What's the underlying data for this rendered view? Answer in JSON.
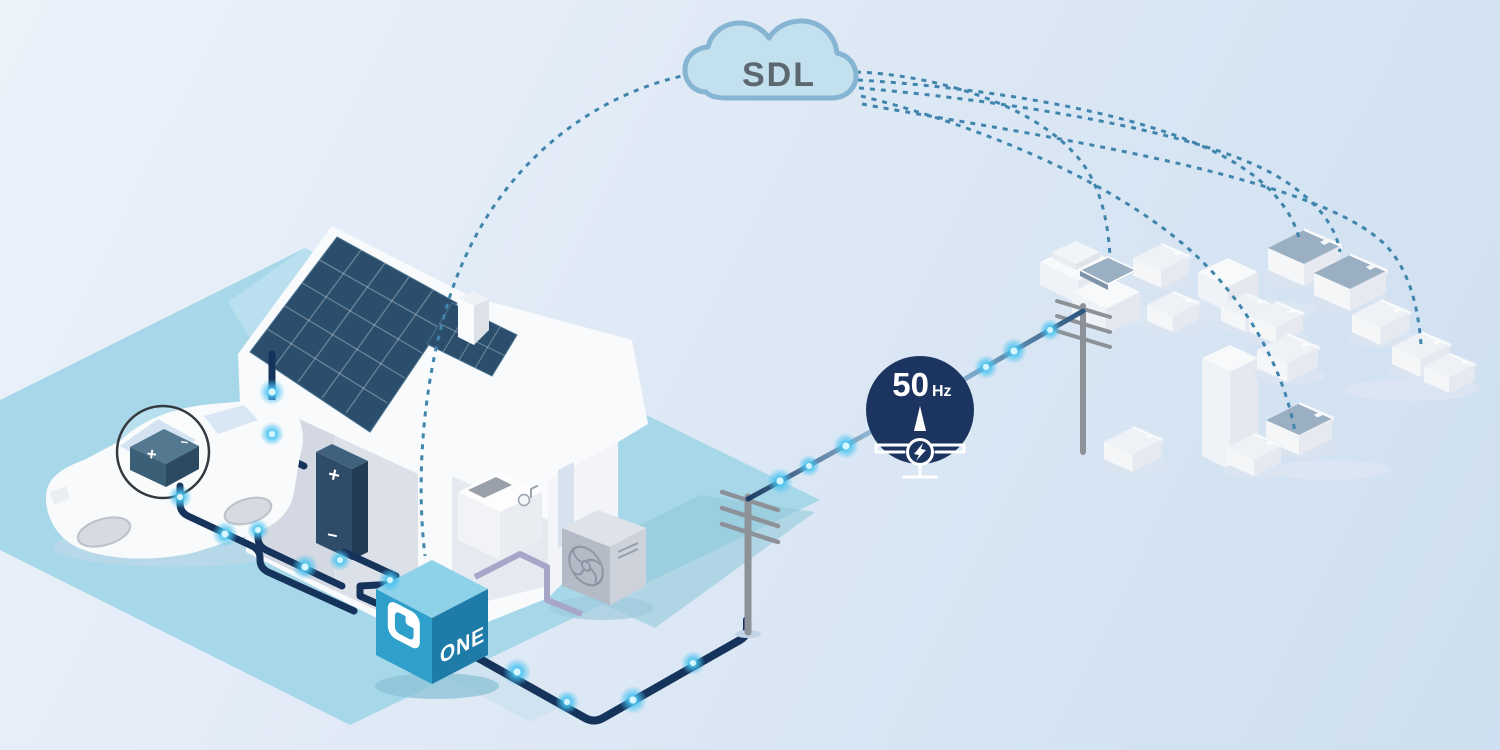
{
  "illustration": {
    "cloud": {
      "label": "SDL",
      "fill": "#c3e0ee",
      "stroke": "#86b5d3"
    },
    "frequency_badge": {
      "value": "50",
      "unit": "Hz",
      "bg": "#1b3560"
    },
    "energy_manager_cube": {
      "label": "ONE",
      "top": "#8ed2e9",
      "left": "#2ea0cb",
      "right": "#1f7ca8"
    },
    "home_battery": {
      "plus": "+",
      "minus": "−"
    },
    "ev_battery": {
      "plus": "+",
      "minus": "−"
    },
    "icons": [
      "cloud-icon",
      "balance-scale-icon",
      "lightning-icon",
      "solar-panel-icon",
      "battery-icon",
      "fan-icon",
      "magnifier-circle-icon",
      "utility-pole-icon"
    ],
    "colors": {
      "background_start": "#ebf1fa",
      "background_end": "#cfe0f1",
      "ground": "#a7d8e9",
      "solar_panel": "#2b4e6c",
      "cable": "#16345b",
      "glow": "#4fc7f4",
      "dotted_link": "#3f85ac",
      "pole": "#8d9198",
      "purple_cable": "#a8a6c8"
    }
  }
}
